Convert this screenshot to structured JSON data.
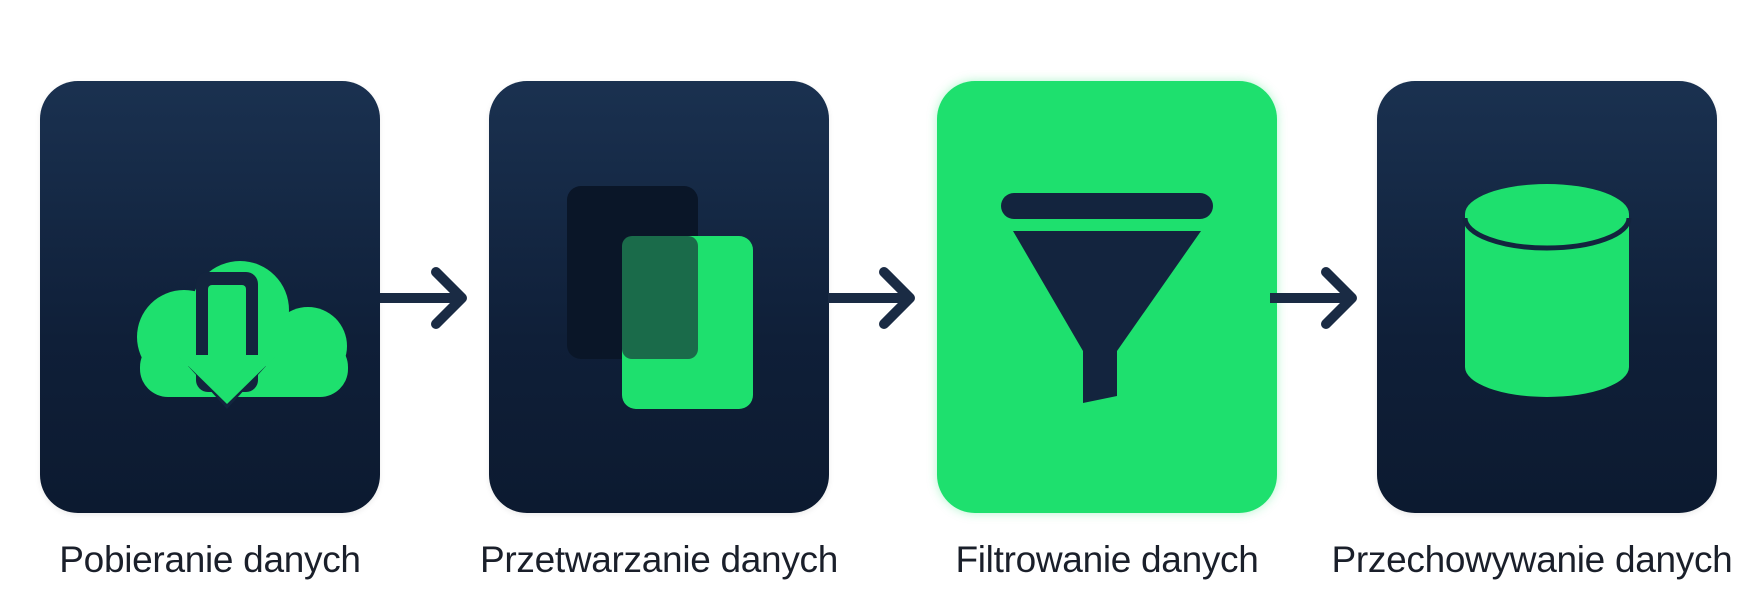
{
  "steps": [
    {
      "label": "Pobieranie danych",
      "icon": "cloud-download-icon"
    },
    {
      "label": "Przetwarzanie danych",
      "icon": "overlapping-documents-icon"
    },
    {
      "label": "Filtrowanie danych",
      "icon": "funnel-filter-icon"
    },
    {
      "label": "Przechowywanie danych",
      "icon": "database-cylinder-icon"
    }
  ],
  "colors": {
    "tile_dark": "#13243e",
    "accent_green": "#1ee06e",
    "arrow": "#1a2b44",
    "label_text": "#1a1f2a"
  }
}
